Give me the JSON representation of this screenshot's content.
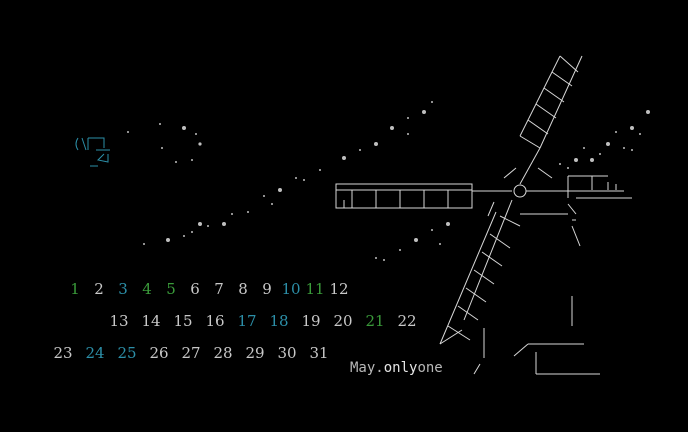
{
  "calendar": {
    "row1": [
      {
        "label": "1",
        "tone": "green"
      },
      {
        "label": "2",
        "tone": "plain"
      },
      {
        "label": "3",
        "tone": "cyan"
      },
      {
        "label": "4",
        "tone": "green"
      },
      {
        "label": "5",
        "tone": "green"
      },
      {
        "label": "6",
        "tone": "plain"
      },
      {
        "label": "7",
        "tone": "plain"
      },
      {
        "label": "8",
        "tone": "plain"
      },
      {
        "label": "9",
        "tone": "plain"
      },
      {
        "label": "10",
        "tone": "cyan"
      },
      {
        "label": "11",
        "tone": "green"
      },
      {
        "label": "12",
        "tone": "plain"
      }
    ],
    "row2": [
      {
        "label": "13",
        "tone": "plain"
      },
      {
        "label": "14",
        "tone": "plain"
      },
      {
        "label": "15",
        "tone": "plain"
      },
      {
        "label": "16",
        "tone": "plain"
      },
      {
        "label": "17",
        "tone": "cyan"
      },
      {
        "label": "18",
        "tone": "cyan"
      },
      {
        "label": "19",
        "tone": "plain"
      },
      {
        "label": "20",
        "tone": "plain"
      },
      {
        "label": "21",
        "tone": "green"
      },
      {
        "label": "22",
        "tone": "plain"
      }
    ],
    "row3": [
      {
        "label": "23",
        "tone": "plain"
      },
      {
        "label": "24",
        "tone": "cyan"
      },
      {
        "label": "25",
        "tone": "cyan"
      },
      {
        "label": "26",
        "tone": "plain"
      },
      {
        "label": "27",
        "tone": "plain"
      },
      {
        "label": "28",
        "tone": "plain"
      },
      {
        "label": "29",
        "tone": "plain"
      },
      {
        "label": "30",
        "tone": "plain"
      },
      {
        "label": "31",
        "tone": "plain"
      }
    ]
  },
  "signature": {
    "part1": "May.",
    "part2": "only",
    "part3": "one"
  },
  "colors": {
    "background": "#000000",
    "line": "#d8d8d8",
    "green": "#3a9b3a",
    "cyan": "#2c8fa8",
    "glyph": "#2c8fa8"
  }
}
